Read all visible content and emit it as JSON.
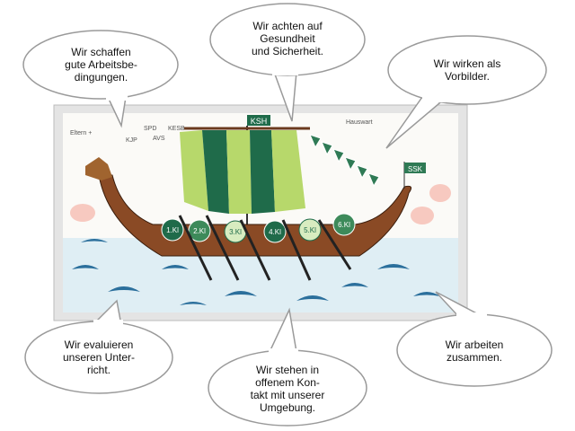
{
  "bubbles": {
    "top_left": "Wir schaffen\ngute Arbeitsbe-\ndingungen.",
    "top_center": "Wir achten auf\nGesundheit\nund Sicherheit.",
    "top_right": "Wir wirken als\nVorbilder.",
    "bottom_left": "Wir evaluieren\nunseren Unter-\nricht.",
    "bottom_center": "Wir stehen in\noffenem Kon-\ntakt mit unserer\nUmgebung.",
    "bottom_right": "Wir arbeiten\nzusammen."
  },
  "drawing": {
    "mast_flag": "KSH",
    "stern_flag": "SSK",
    "shields": [
      "1.Kl",
      "2.Kl",
      "3.Kl",
      "4.Kl",
      "5.Kl",
      "6.Kl"
    ],
    "sky_labels": [
      "Eltern +",
      "SPD",
      "KESB",
      "KJP",
      "AVS",
      "Hauswart"
    ]
  },
  "colors": {
    "sea": "#2b6f9c",
    "hull": "#8a4a25",
    "sail_dark": "#1f6b4a",
    "sail_light": "#b7d86b",
    "frame": "#d8d8d8"
  }
}
